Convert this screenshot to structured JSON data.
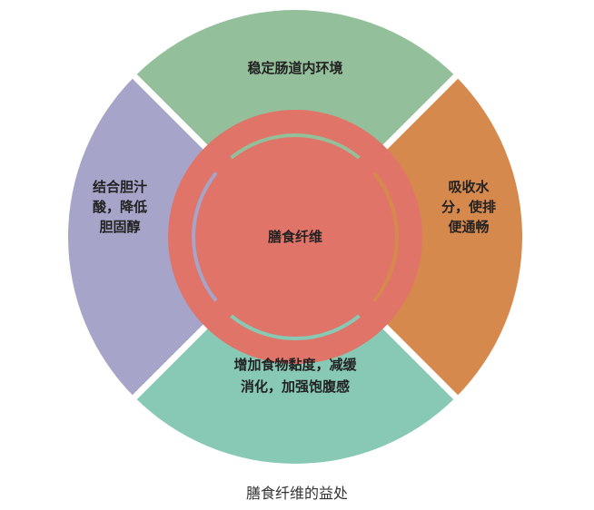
{
  "center": {
    "label": "膳食纤维"
  },
  "segments": [
    {
      "id": "top",
      "lines": [
        "稳定肠道内环境"
      ]
    },
    {
      "id": "right",
      "lines": [
        "吸收水",
        "分，使排",
        "便通畅"
      ]
    },
    {
      "id": "bottom",
      "lines": [
        "增加食物黏度，减缓",
        "消化，加强饱腹感"
      ]
    },
    {
      "id": "left",
      "lines": [
        "结合胆汁",
        "酸，降低",
        "胆固醇"
      ]
    }
  ],
  "caption": "膳食纤维的益处",
  "colors": {
    "top": "#93bf9a",
    "right": "#d6894c",
    "bottom": "#87c9b5",
    "left": "#a6a4c9",
    "center": "#e07468",
    "separator": "#ffffff"
  }
}
